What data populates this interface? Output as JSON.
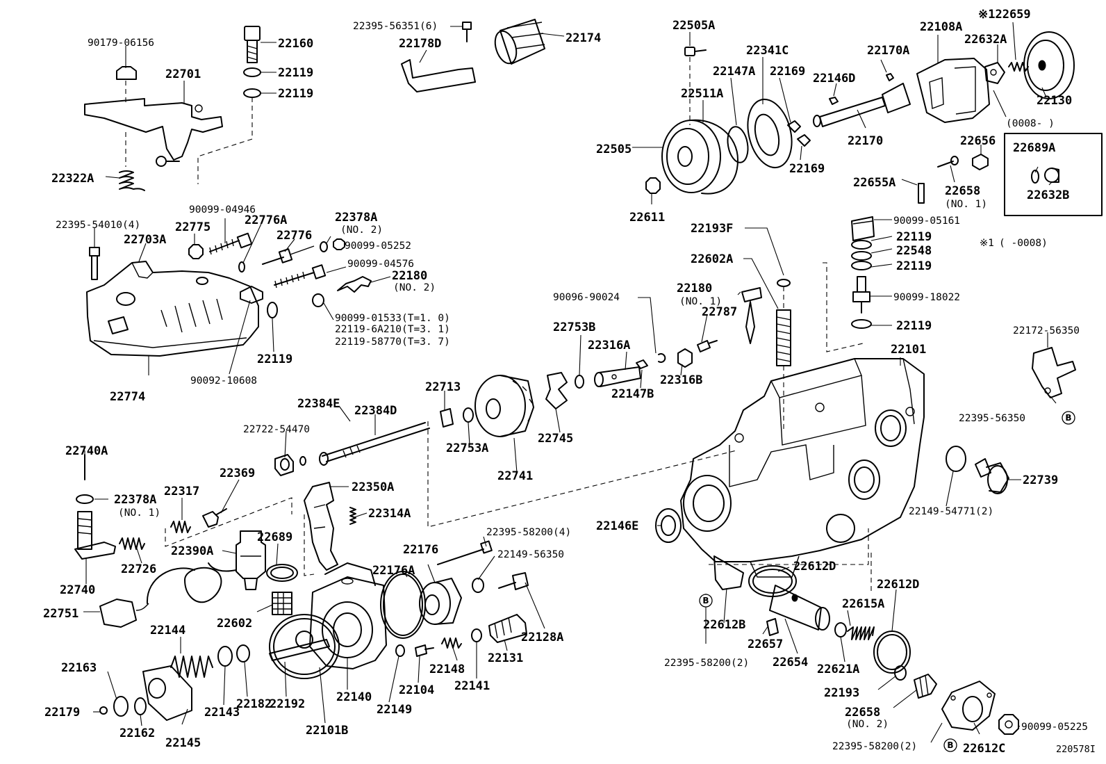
{
  "diagram_id": "220578I",
  "footnote": {
    "mark": "※1",
    "text": "(        -0008)"
  },
  "inset_label": "(0008-         )",
  "badge_letter": "B",
  "labels": {
    "p90179_06156": "90179-06156",
    "p22160": "22160",
    "p22119_a": "22119",
    "p22119_b": "22119",
    "p22701": "22701",
    "p22322A": "22322A",
    "p22395_54010": "22395-54010(4)",
    "p90099_04946": "90099-04946",
    "p22775": "22775",
    "p22776A": "22776A",
    "p22776": "22776",
    "p22378A_2": "22378A",
    "p22378A_2n": "(NO. 2)",
    "p90099_05252": "90099-05252",
    "p22703A": "22703A",
    "p90099_04576": "90099-04576",
    "p22180_2": "22180",
    "p22180_2n": "(NO. 2)",
    "p90099_01533": "90099-01533(T=1. 0)",
    "p22119_6A210": "22119-6A210(T=3. 1)",
    "p22119_58770": "22119-58770(T=3. 7)",
    "p22119_c": "22119",
    "p22774": "22774",
    "p90092_10608": "90092-10608",
    "p22395_56351": "22395-56351(6)",
    "p22178D": "22178D",
    "p22174": "22174",
    "p22505A": "22505A",
    "p22341C": "22341C",
    "p22147A": "22147A",
    "p22169_a": "22169",
    "p22511A": "22511A",
    "p22505": "22505",
    "p22169_b": "22169",
    "p22611": "22611",
    "p22146D": "22146D",
    "p22170A": "22170A",
    "p22170": "22170",
    "p22108A": "22108A",
    "p22632A": "22632A",
    "p22659": "※122659",
    "p22130": "22130",
    "p22656": "22656",
    "p22655A": "22655A",
    "p22658_1": "22658",
    "p22658_1n": "(NO. 1)",
    "p22689A": "22689A",
    "p22632B": "22632B",
    "p90099_05161": "90099-05161",
    "p22119_d": "22119",
    "p22548": "22548",
    "p22119_e": "22119",
    "p90099_18022": "90099-18022",
    "p22119_f": "22119",
    "p22193F": "22193F",
    "p22602A": "22602A",
    "p22180_1": "22180",
    "p22180_1n": "(NO. 1)",
    "p22787": "22787",
    "p90096_90024": "90096-90024",
    "p22753B": "22753B",
    "p22316A": "22316A",
    "p22147B": "22147B",
    "p22316B": "22316B",
    "p22101": "22101",
    "p22172_56350": "22172-56350",
    "p22395_56350": "22395-56350",
    "p22739": "22739",
    "p22149_54771": "22149-54771(2)",
    "p22384E": "22384E",
    "p22384D": "22384D",
    "p22722_54470": "22722-54470",
    "p22713": "22713",
    "p22753A": "22753A",
    "p22741": "22741",
    "p22745": "22745",
    "p22740A": "22740A",
    "p22369": "22369",
    "p22378A_1": "22378A",
    "p22378A_1n": "(NO. 1)",
    "p22317": "22317",
    "p22350A": "22350A",
    "p22314A": "22314A",
    "p22390A": "22390A",
    "p22689": "22689",
    "p22726": "22726",
    "p22740": "22740",
    "p22751": "22751",
    "p22602": "22602",
    "p22395_58200_4": "22395-58200(4)",
    "p22176": "22176",
    "p22149_56350": "22149-56350",
    "p22176A": "22176A",
    "p22146E": "22146E",
    "p22612D_a": "22612D",
    "p22612D_b": "22612D",
    "p22144": "22144",
    "p22163": "22163",
    "p22179": "22179",
    "p22162": "22162",
    "p22145": "22145",
    "p22143": "22143",
    "p22182": "22182",
    "p22192": "22192",
    "p22101B": "22101B",
    "p22140": "22140",
    "p22149": "22149",
    "p22104": "22104",
    "p22148": "22148",
    "p22141": "22141",
    "p22131": "22131",
    "p22128A": "22128A",
    "p22612B": "22612B",
    "p22657": "22657",
    "p22654": "22654",
    "p22621A": "22621A",
    "p22615A": "22615A",
    "p22193": "22193",
    "p22658_2": "22658",
    "p22658_2n": "(NO. 2)",
    "p22395_58200_2a": "22395-58200(2)",
    "p22395_58200_2b": "22395-58200(2)",
    "p22612C": "22612C",
    "p90099_05225": "90099-05225"
  }
}
